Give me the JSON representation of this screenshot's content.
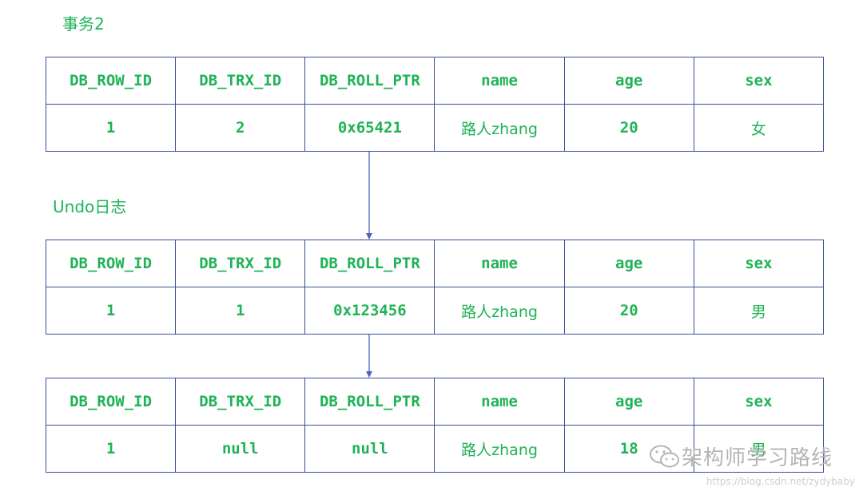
{
  "labels": {
    "transaction": "事务2",
    "undo": "Undo日志"
  },
  "columns": [
    "DB_ROW_ID",
    "DB_TRX_ID",
    "DB_ROLL_PTR",
    "name",
    "age",
    "sex"
  ],
  "records": [
    {
      "values": [
        "1",
        "2",
        "0x65421",
        "路人zhang",
        "20",
        "女"
      ]
    },
    {
      "values": [
        "1",
        "1",
        "0x123456",
        "路人zhang",
        "20",
        "男"
      ]
    },
    {
      "values": [
        "1",
        "null",
        "null",
        "路人zhang",
        "18",
        "男"
      ]
    }
  ],
  "watermark": {
    "text": "架构师学习路线",
    "url": "https://blog.csdn.net/zydybaby",
    "icon": "wechat-icon"
  },
  "colors": {
    "text": "#1fb356",
    "border": "#3a4f9a",
    "arrow": "#4a65b8"
  }
}
